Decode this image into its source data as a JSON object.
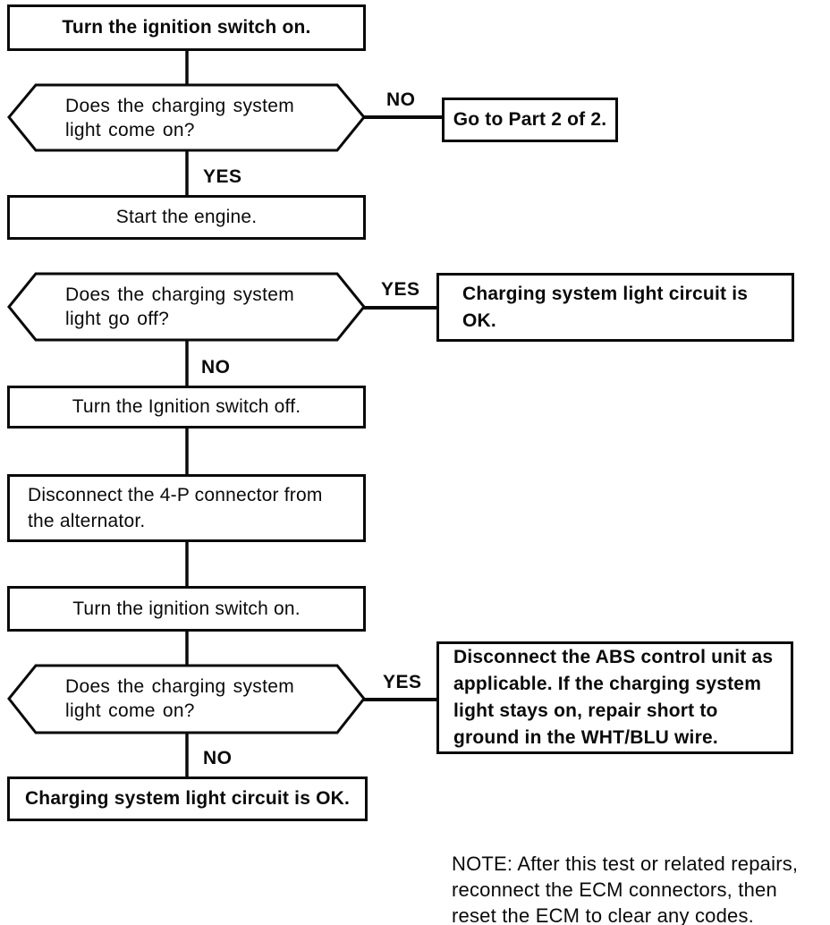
{
  "palette": {
    "ink": "#0a0a0a",
    "background": "#ffffff"
  },
  "flowchart": {
    "boxes": {
      "turn_ignition_on_1": "Turn the ignition switch on.",
      "go_to_part_2": "Go to Part 2 of 2.",
      "start_engine": "Start the engine.",
      "charging_ok_right": "Charging system light circuit is\nOK.",
      "turn_ignition_off": "Turn the Ignition switch off.",
      "disconnect_4p": "Disconnect the 4-P connector from\nthe alternator.",
      "turn_ignition_on_2": "Turn the ignition switch on.",
      "abs_instruction": "Disconnect the ABS control unit as\napplicable. If the charging system\nlight stays on, repair short to\nground in the WHT/BLU wire.",
      "charging_ok_bottom": "Charging system light circuit is OK."
    },
    "decisions": {
      "light_come_on_1": "Does the charging system\nlight come on?",
      "light_go_off": "Does the charging system\nlight go off?",
      "light_come_on_2": "Does the charging system\nlight come on?"
    },
    "labels": {
      "no_1": "NO",
      "yes_1": "YES",
      "yes_2": "YES",
      "no_2": "NO",
      "yes_3": "YES",
      "no_3": "NO"
    },
    "note": "NOTE: After this test or related repairs,\nreconnect the ECM connectors, then\nreset the ECM to clear any codes."
  }
}
